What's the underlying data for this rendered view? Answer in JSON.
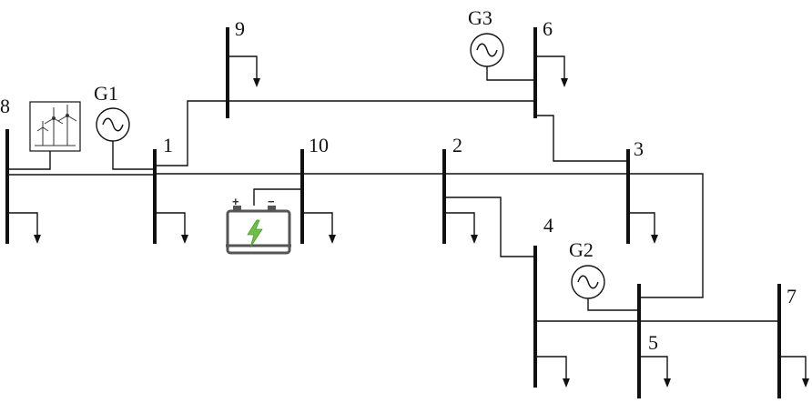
{
  "buses": [
    {
      "id": "1",
      "label": "1"
    },
    {
      "id": "2",
      "label": "2"
    },
    {
      "id": "3",
      "label": "3"
    },
    {
      "id": "4",
      "label": "4"
    },
    {
      "id": "5",
      "label": "5"
    },
    {
      "id": "6",
      "label": "6"
    },
    {
      "id": "7",
      "label": "7"
    },
    {
      "id": "8",
      "label": "8"
    },
    {
      "id": "9",
      "label": "9"
    },
    {
      "id": "10",
      "label": "10"
    }
  ],
  "generators": [
    {
      "id": "G1",
      "label": "G1",
      "bus": "1"
    },
    {
      "id": "G2",
      "label": "G2",
      "bus": "5"
    },
    {
      "id": "G3",
      "label": "G3",
      "bus": "6"
    }
  ],
  "wind_farm": {
    "bus": "8",
    "icon": "wind-turbine-icon"
  },
  "battery": {
    "bus": "10",
    "icon": "battery-icon",
    "plus": "+",
    "minus": "−",
    "bolt_color": "#6cc04a"
  },
  "branches": [
    [
      "8",
      "1"
    ],
    [
      "1",
      "10"
    ],
    [
      "10",
      "2"
    ],
    [
      "2",
      "3"
    ],
    [
      "1",
      "9"
    ],
    [
      "9",
      "6"
    ],
    [
      "6",
      "3"
    ],
    [
      "2",
      "4"
    ],
    [
      "4",
      "5"
    ],
    [
      "5",
      "7"
    ],
    [
      "3",
      "5"
    ]
  ]
}
